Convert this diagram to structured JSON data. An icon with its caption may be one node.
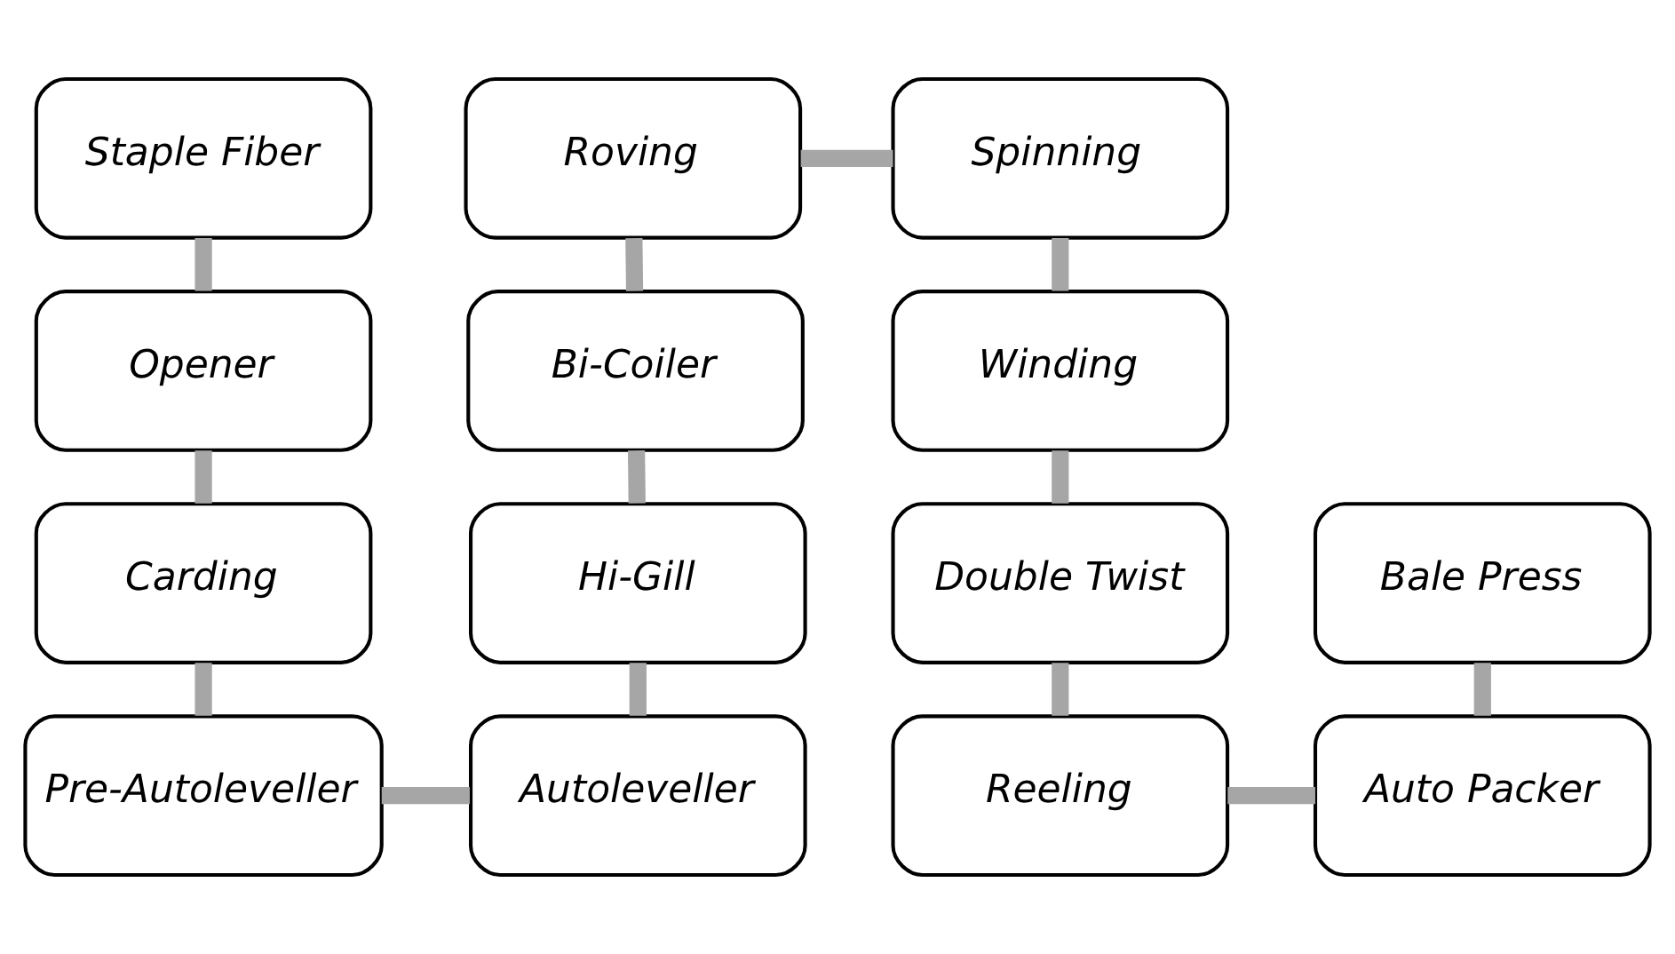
{
  "diagram": {
    "nodes": [
      {
        "text": [
          "Staple Fiber"
        ]
      },
      {
        "text": [
          "Opener"
        ]
      },
      {
        "text": [
          "Carding"
        ]
      },
      {
        "text": [
          "Pre-Autoleveller"
        ]
      },
      {
        "text": [
          "Autoleveller"
        ]
      },
      {
        "text": [
          "Hi-Gill"
        ]
      },
      {
        "text": [
          "Bi-Coiler"
        ]
      },
      {
        "text": [
          "Roving"
        ]
      },
      {
        "text": [
          "Spinning"
        ]
      },
      {
        "text": [
          "Winding"
        ]
      },
      {
        "text": [
          "Double Twist"
        ]
      },
      {
        "text": [
          "Reeling"
        ]
      },
      {
        "text": [
          "Auto Packer"
        ]
      },
      {
        "text": [
          "Bale Press"
        ]
      }
    ],
    "edges": [
      {
        "from": 0,
        "to": 1,
        "arrow": "none"
      },
      {
        "from": 1,
        "to": 2,
        "arrow": "none"
      },
      {
        "from": 2,
        "to": 3,
        "arrow": "none"
      },
      {
        "from": 3,
        "to": 4,
        "arrow": "none"
      },
      {
        "from": 4,
        "to": 5,
        "arrow": "none"
      },
      {
        "from": 5,
        "to": 6,
        "arrow": "none"
      },
      {
        "from": 6,
        "to": 7,
        "arrow": "none"
      },
      {
        "from": 7,
        "to": 8,
        "arrow": "none"
      },
      {
        "from": 8,
        "to": 9,
        "arrow": "none"
      },
      {
        "from": 9,
        "to": 10,
        "arrow": "none"
      },
      {
        "from": 10,
        "to": 11,
        "arrow": "none"
      },
      {
        "from": 11,
        "to": 12,
        "arrow": "none"
      },
      {
        "from": 12,
        "to": 13,
        "arrow": "none"
      }
    ]
  }
}
